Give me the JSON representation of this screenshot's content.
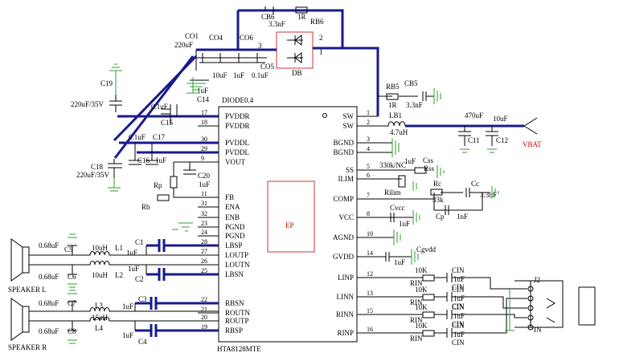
{
  "chip": {
    "part": "HTA8128MTE",
    "ep": "EP",
    "left_pins": [
      {
        "num": "17",
        "name": "PVDDR"
      },
      {
        "num": "18",
        "name": "PVDDR"
      },
      {
        "num": "30",
        "name": "PVDDL"
      },
      {
        "num": "29",
        "name": "PVDDL"
      },
      {
        "num": "9",
        "name": "VOUT"
      },
      {
        "num": "11",
        "name": "FB"
      },
      {
        "num": "31",
        "name": "ENA"
      },
      {
        "num": "32",
        "name": "ENB"
      },
      {
        "num": "23",
        "name": "PGND"
      },
      {
        "num": "24",
        "name": "PGND"
      },
      {
        "num": "28",
        "name": "LBSP"
      },
      {
        "num": "27",
        "name": "LOUTP"
      },
      {
        "num": "26",
        "name": "LOUTN"
      },
      {
        "num": "25",
        "name": "LBSN"
      },
      {
        "num": "22",
        "name": "RBSN"
      },
      {
        "num": "21",
        "name": "ROUTN"
      },
      {
        "num": "20",
        "name": "ROUTP"
      },
      {
        "num": "19",
        "name": "RBSP"
      }
    ],
    "right_pins": [
      {
        "num": "1",
        "name": "SW"
      },
      {
        "num": "2",
        "name": "SW"
      },
      {
        "num": "3",
        "name": "BGND"
      },
      {
        "num": "4",
        "name": "BGND"
      },
      {
        "num": "5",
        "name": "SS"
      },
      {
        "num": "6",
        "name": "ILIM"
      },
      {
        "num": "7",
        "name": "COMP"
      },
      {
        "num": "8",
        "name": "VCC"
      },
      {
        "num": "10",
        "name": "AGND"
      },
      {
        "num": "14",
        "name": "GVDD"
      },
      {
        "num": "12",
        "name": "LINP"
      },
      {
        "num": "13",
        "name": "LINN"
      },
      {
        "num": "15",
        "name": "RINN"
      },
      {
        "num": "16",
        "name": "RINP"
      }
    ]
  },
  "labels": {
    "diode_pkg": "DIODE0.4",
    "db": "DB",
    "db_pin2": "2",
    "db_pin1": "1",
    "cb6": "CB6",
    "cb6_val": "3.3nF",
    "r_1r": "1R",
    "rb6": "RB6",
    "co1": "CO1",
    "co1_val": "220uF",
    "co4": "CO4",
    "co6": "CO6",
    "co5": "CO5",
    "co_node": "3",
    "co4_val": "10uF",
    "co6_val": "1uF",
    "co5_val": "0.1uF",
    "c19": "C19",
    "c19_val": "220uF/35V",
    "c14": "C14",
    "c14_val": "1uF",
    "c15": "C15",
    "c15_val": "0.1uF",
    "c18": "C18",
    "c18_val": "220uF/35V",
    "c16": "C16",
    "c16_val": "0.1uF",
    "c17": "C17",
    "c17_val": "1uF",
    "c20": "C20",
    "c20_val": "1uF",
    "rp": "Rp",
    "rb": "Rb",
    "rb5": "RB5",
    "rb5_val": "1R",
    "cb5": "CB5",
    "cb5_val": "3.3nF",
    "lb1": "LB1",
    "lb1_val": "4.7uH",
    "c11": "C11",
    "c11_val": "470uF",
    "c12": "C12",
    "c12_val": "10uF",
    "vbat": "VBAT",
    "css": "Css",
    "css_val": "1uF",
    "rss": "Rss",
    "ss_nc": "330k/NC",
    "rilim": "Rilim",
    "rc": "Rc",
    "rc_val": "33k",
    "cc": "Cc",
    "cc_val": "3.3nF",
    "cp": "Cp",
    "cp_val": "1nF",
    "cvcc": "Cvcc",
    "cvcc_val": "1uF",
    "cgvdd": "Cgvdd",
    "cgvdd_val": "1uF",
    "rin": "RIN",
    "cin": "CIN",
    "rin_val": "10K",
    "cin_val": "1uF",
    "j2": "J2",
    "in": "IN",
    "speaker_l": "SPEAKER L",
    "speaker_r": "SPEAKER R",
    "c5": "C5",
    "c6": "C6",
    "c7": "C7",
    "c8": "C8",
    "cap_068": "0.68uF",
    "l1": "L1",
    "l2": "L2",
    "l3": "L3",
    "l4": "L4",
    "ind_10": "10uH",
    "ind_15": "15uH",
    "c1": "C1",
    "c2": "C2",
    "c3": "C3",
    "c4": "C4",
    "boot_val": "1uF"
  }
}
